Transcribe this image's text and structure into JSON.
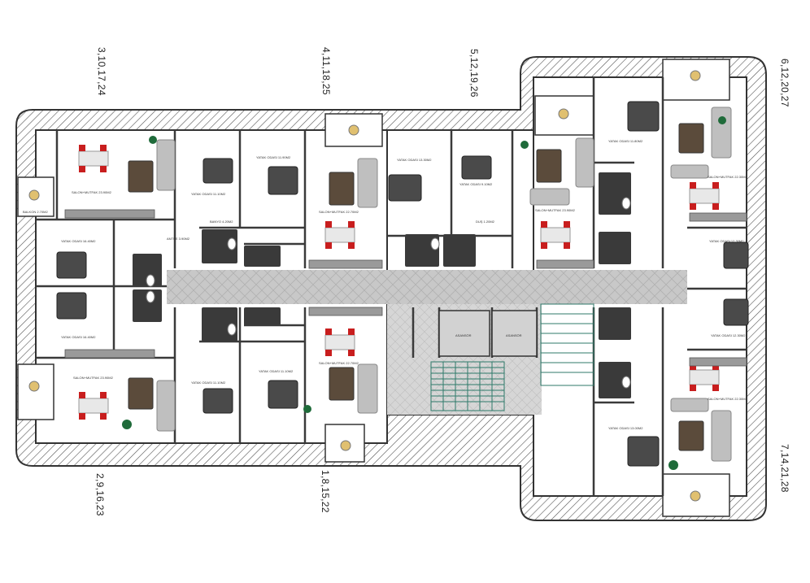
{
  "unit_labels": {
    "top_1": "3,10,17,24",
    "top_2": "4,11,18,25",
    "top_3": "5,12,19,26",
    "top_right": "6,12,20,27",
    "bottom_left": "2,9,16,23",
    "bottom_mid": "1,8,15,22",
    "bottom_right": "7,14,21,28"
  },
  "room_labels": {
    "salon_tl": "SALON+MUTFAK 23.90M2",
    "yatak_tl": "YATAK ODASI 11.10M2",
    "yatak_tl2": "YATAK ODASI 11.90M2",
    "salon_t2": "SALON+MUTFAK 22.70M2",
    "yatak_t3": "YATAK ODASI 13.30M2",
    "yatak_t3b": "YATAK ODASI 9.10M2",
    "salon_t3": "SALON+MUTFAK 23.90M2",
    "yatak_tr": "YATAK ODASI 11.80M2",
    "salon_tr": "SALON+MUTFAK 22.30M2",
    "yatak_left": "YATAK ODASI 16.40M2",
    "yatak_left2": "YATAK ODASI 16.40M2",
    "salon_bl": "SALON+MUTFAK 23.90M2",
    "yatak_bl": "YATAK ODASI 11.10M2",
    "yatak_bm": "YATAK ODASI 11.10M2",
    "salon_bm": "SALON+MUTFAK 22.70M2",
    "yatak_br": "YATAK ODASI 13.00M2",
    "salon_br": "SALON+MUTFAK 22.30M2",
    "yatak_rmid": "YATAK ODASI 12.30M2",
    "yatak_rmid2": "YATAK ODASI 12.30M2",
    "banyo": "BANYO 4.20M2",
    "antre": "ANTRE 3.90M2",
    "balkon": "BALKON 2.70M2",
    "asansor": "ASANSÖR",
    "dus": "DUŞ 1.20M2"
  },
  "colors": {
    "wall": "#3a3a3a",
    "hatch": "#555555",
    "corridor": "#c8c8c8",
    "sofa": "#bfbfbf",
    "bed": "#4a4a4a",
    "chair": "#c81e1e",
    "plant": "#1f6b3a",
    "table": "#e8e8e8",
    "rug": "#5b4b3b",
    "stair_green": "#2f7a6a"
  }
}
